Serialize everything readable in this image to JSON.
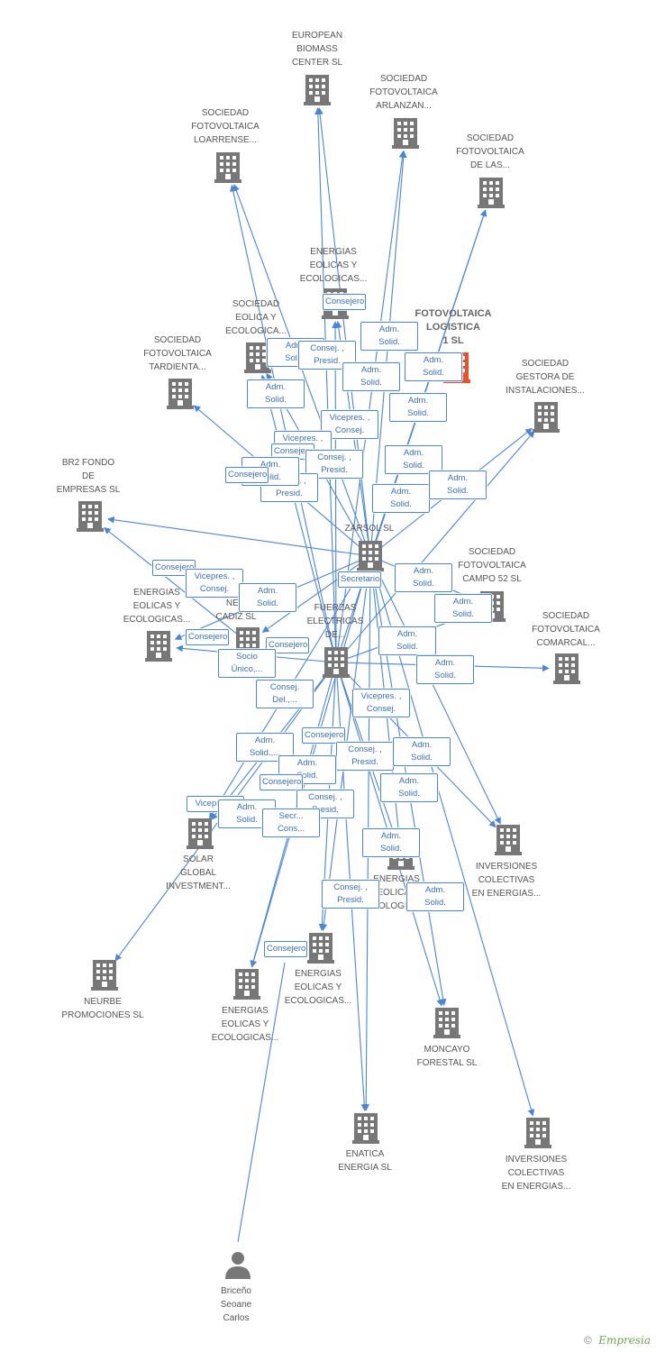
{
  "colors": {
    "edge": "#4a86d8",
    "node": "#777777",
    "focus": "#e8512a",
    "label": "#555555"
  },
  "nodes": [
    {
      "id": "european",
      "label": "EUROPEAN\nBIOMASS\nCENTER  SL",
      "icon": "building-icon"
    },
    {
      "id": "arlanzan",
      "label": "SOCIEDAD\nFOTOVOLTAICA\nARLANZAN...",
      "icon": "building-icon"
    },
    {
      "id": "loarrense",
      "label": "SOCIEDAD\nFOTOVOLTAICA\nLOARRENSE...",
      "icon": "building-icon"
    },
    {
      "id": "delas",
      "label": "SOCIEDAD\nFOTOVOLTAICA\nDE LAS...",
      "icon": "building-icon"
    },
    {
      "id": "eey1",
      "label": "ENERGIAS\nEOLICAS Y\nECOLOGICAS...",
      "icon": "building-icon"
    },
    {
      "id": "focus",
      "label": "FOTOVOLTAICA\nLOGISTICA\n1 SL",
      "icon": "building-icon"
    },
    {
      "id": "eolica",
      "label": "SOCIEDAD\nEOLICA Y\nECOLOGICA...",
      "icon": "building-icon"
    },
    {
      "id": "tardienta",
      "label": "SOCIEDAD\nFOTOVOLTAICA\nTARDIENTA...",
      "icon": "building-icon"
    },
    {
      "id": "gestora",
      "label": "SOCIEDAD\nGESTORA DE\nINSTALACIONES...",
      "icon": "building-icon"
    },
    {
      "id": "br2",
      "label": "BR2 FONDO\nDE\nEMPRESAS  SL",
      "icon": "building-icon"
    },
    {
      "id": "zarsol",
      "label": "ZARSOL SL",
      "icon": "building-icon"
    },
    {
      "id": "campo52",
      "label": "SOCIEDAD\nFOTOVOLTAICA\nCAMPO 52 SL",
      "icon": "building-icon"
    },
    {
      "id": "eey2",
      "label": "ENERGIAS\nEOLICAS Y\nECOLOGICAS...",
      "icon": "building-icon"
    },
    {
      "id": "cadiz",
      "label": "NE...\nCADIZ SL",
      "icon": "building-icon"
    },
    {
      "id": "fuerzas",
      "label": "FUERZAS\nELECTRICAS\nDE...",
      "icon": "building-icon"
    },
    {
      "id": "comarcal",
      "label": "SOCIEDAD\nFOTOVOLTAICA\nCOMARCAL...",
      "icon": "building-icon"
    },
    {
      "id": "solar",
      "label": "SOLAR\nGLOBAL\nINVESTMENT...",
      "icon": "building-icon"
    },
    {
      "id": "inv1",
      "label": "INVERSIONES\nCOLECTIVAS\nEN ENERGIAS...",
      "icon": "building-icon"
    },
    {
      "id": "eey3",
      "label": "ENERGIAS\nEOLICAS\nECOLOGICA...",
      "icon": "building-icon"
    },
    {
      "id": "neurbe",
      "label": "NEURBE\nPROMOCIONES SL",
      "icon": "building-icon"
    },
    {
      "id": "eey4",
      "label": "ENERGIAS\nEOLICAS Y\nECOLOGICAS...",
      "icon": "building-icon"
    },
    {
      "id": "eey5",
      "label": "ENERGIAS\nEOLICAS Y\nECOLOGICAS...",
      "icon": "building-icon"
    },
    {
      "id": "moncayo",
      "label": "MONCAYO\nFORESTAL  SL",
      "icon": "building-icon"
    },
    {
      "id": "enatica",
      "label": "ENATICA\nENERGIA  SL",
      "icon": "building-icon"
    },
    {
      "id": "inv2",
      "label": "INVERSIONES\nCOLECTIVAS\nEN ENERGIAS...",
      "icon": "building-icon"
    },
    {
      "id": "person",
      "label": "Briceño\nSeoane\nCarlos",
      "icon": "person-icon"
    }
  ],
  "relations": [
    "Consejero",
    "Adm.\nSolid.",
    "Adm.\nSolid.",
    "Consej. ,\nPresid.",
    "Adm.\nSolid.",
    "Adm.\nSolid.",
    "Adm.\nSolid.",
    "Adm.\nSolid.",
    "Vicepres. ,\nConsej.",
    "Vicepres. ,\nConsej.",
    "Consejero",
    "Consej. ,\nPresid.",
    "Adm.\nSolid.",
    "Consej. ,\nPresid.",
    "Adm.\nSolid.",
    "Adm.\nSolid.",
    "Adm.\nSolid.",
    "Consejero",
    "Consejero",
    "Vicepres. ,\nConsej.",
    "Adm.\nSolid.",
    "Secretario",
    "Adm.\nSolid.",
    "Consejero",
    "Socio\nÚnico,...",
    "Consejero",
    "Adm.\nSolid.",
    "Adm.\nSolid.",
    "Consej.\nDel.,...",
    "Adm.\nSolid.",
    "Vicepres. ,\nConsej.",
    "Adm.\nSolid.,...",
    "Consejero",
    "Consej. ,\nPresid.",
    "Adm.\nSolid.",
    "Consejero",
    "Consej. ,\nPresid.",
    "Adm.\nSolid.",
    "Adm.\nSolid.",
    "Vicepres...",
    "Adm.\nSolid.",
    "Secr...\nCons...",
    "Adm.\nSolid.",
    "Consej. ,\nPresid.",
    "Adm.\nSolid.",
    "Consejero"
  ],
  "footer": {
    "copyright": "©",
    "brand": "Empresia"
  }
}
